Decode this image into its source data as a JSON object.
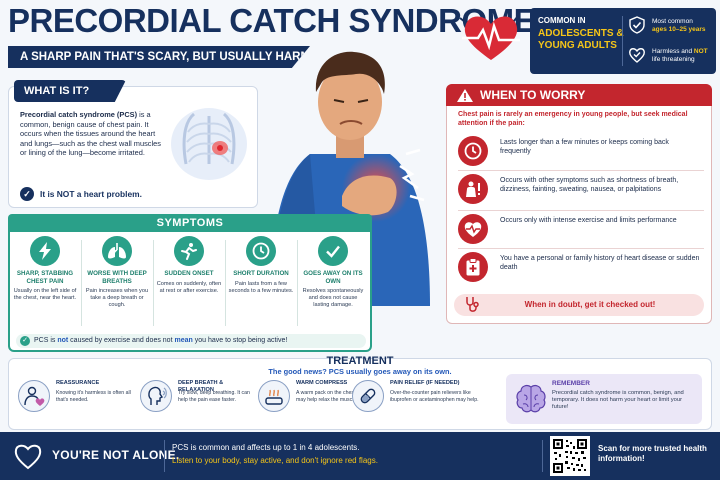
{
  "header": {
    "title": "PRECORDIAL CATCH SYNDROME",
    "subtitle": "A SHARP PAIN THAT'S SCARY, BUT USUALLY HARMLESS."
  },
  "common_box": {
    "line1": "COMMON IN",
    "line2": "ADOLESCENTS & YOUNG ADULTS",
    "items": [
      {
        "pre": "Most common",
        "emph": "ages 10–25 years",
        "post": "",
        "icon": "shield-check-icon"
      },
      {
        "pre": "Harmless and ",
        "emph": "NOT",
        "post": " life threatening",
        "icon": "heart-check-icon"
      }
    ]
  },
  "what": {
    "tab": "WHAT IS IT?",
    "bold": "Precordial catch syndrome (PCS)",
    "text": " is a common, benign cause of chest pain. It occurs when the tissues around the heart and lungs—such as the chest wall muscles or lining of the lung—become irritated.",
    "not_heart": "It is NOT a heart problem."
  },
  "symptoms": {
    "heading": "SYMPTOMS",
    "items": [
      {
        "title": "SHARP, STABBING CHEST PAIN",
        "body": "Usually on the left side of the chest, near the heart.",
        "icon": "lightning-icon"
      },
      {
        "title": "WORSE WITH DEEP BREATHS",
        "body": "Pain increases when you take a deep breath or cough.",
        "icon": "lungs-icon"
      },
      {
        "title": "SUDDEN ONSET",
        "body": "Comes on suddenly, often at rest or after exercise.",
        "icon": "running-icon"
      },
      {
        "title": "SHORT DURATION",
        "body": "Pain lasts from a few seconds to a few minutes.",
        "icon": "clock-icon"
      },
      {
        "title": "GOES AWAY ON ITS OWN",
        "body": "Resolves spontaneously and does not cause lasting damage.",
        "icon": "check-icon"
      }
    ],
    "footer_pre": "PCS is ",
    "footer_not1": "not",
    "footer_mid": " caused by exercise and does not ",
    "footer_not2": "mean",
    "footer_post": " you have to stop being active!"
  },
  "worry": {
    "heading": "WHEN TO WORRY",
    "intro": "Chest pain is rarely an emergency in young people, but seek medical attention if the pain:",
    "items": [
      {
        "text": "Lasts longer than a few minutes or keeps coming back frequently",
        "icon": "clock-icon"
      },
      {
        "text": "Occurs with other symptoms such as shortness of breath, dizziness, fainting, sweating, nausea, or palpitations",
        "icon": "person-alert-icon"
      },
      {
        "text": "Occurs only with intense exercise and limits performance",
        "icon": "heart-pulse-icon"
      },
      {
        "text": "You have a personal or family history of heart disease or sudden death",
        "icon": "clipboard-icon"
      }
    ],
    "footer": "When in doubt, get it checked out!"
  },
  "treatment": {
    "heading": "TREATMENT",
    "sub": "The good news? PCS usually goes away on its own.",
    "items": [
      {
        "title": "REASSURANCE",
        "body": "Knowing it's harmless is often all that's needed.",
        "icon": "reassurance-icon"
      },
      {
        "title": "DEEP BREATH & RELAXATION",
        "body": "Try slow, deep breathing. It can help the pain ease faster.",
        "icon": "breath-icon"
      },
      {
        "title": "WARM COMPRESS",
        "body": "A warm pack on the chest wall may help relax the muscles.",
        "icon": "compress-icon"
      },
      {
        "title": "PAIN RELIEF (IF NEEDED)",
        "body": "Over-the-counter pain relievers like ibuprofen or acetaminophen may help.",
        "icon": "pill-icon"
      }
    ],
    "remember_title": "REMEMBER",
    "remember_body": "Precordial catch syndrome is common, benign, and temporary. It does not harm your heart or limit your future!"
  },
  "footer": {
    "title": "YOU'RE NOT ALONE.",
    "line1": "PCS is common and affects up to 1 in 4 adolescents.",
    "line2": "Listen to your body, stay active, and don't ignore red flags.",
    "scan": "Scan for more trusted health information!"
  },
  "colors": {
    "navy": "#16305e",
    "teal": "#2aa089",
    "red": "#c3262e",
    "yellow": "#f5c518",
    "purple": "#5a3fa8"
  }
}
